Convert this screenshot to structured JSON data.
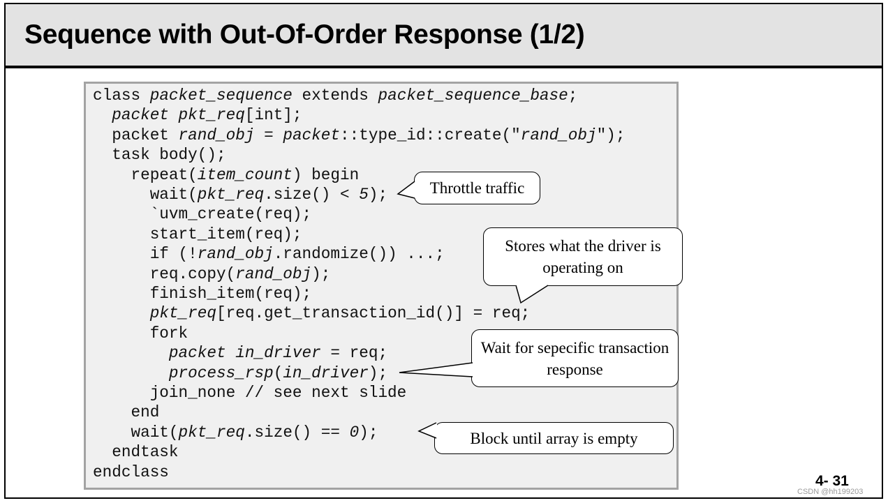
{
  "slide": {
    "title": "Sequence with Out-Of-Order Response (1/2)",
    "page_number": "4- 31",
    "watermark": "CSDN @hh199203"
  },
  "code": {
    "lines": [
      [
        {
          "t": "class "
        },
        {
          "t": "packet_sequence",
          "i": true
        },
        {
          "t": " extends "
        },
        {
          "t": "packet_sequence_base",
          "i": true
        },
        {
          "t": ";"
        }
      ],
      [
        {
          "t": "  "
        },
        {
          "t": "packet pkt_req",
          "i": true
        },
        {
          "t": "[int];"
        }
      ],
      [
        {
          "t": "  packet "
        },
        {
          "t": "rand_obj",
          "i": true
        },
        {
          "t": " = "
        },
        {
          "t": "packet",
          "i": true
        },
        {
          "t": "::type_id::create(\""
        },
        {
          "t": "rand_obj",
          "i": true
        },
        {
          "t": "\");"
        }
      ],
      [
        {
          "t": "  task body();"
        }
      ],
      [
        {
          "t": "    repeat("
        },
        {
          "t": "item_count",
          "i": true
        },
        {
          "t": ") begin"
        }
      ],
      [
        {
          "t": "      wait("
        },
        {
          "t": "pkt_req",
          "i": true
        },
        {
          "t": ".size() < "
        },
        {
          "t": "5",
          "i": true
        },
        {
          "t": ");"
        }
      ],
      [
        {
          "t": "      `uvm_create(req);"
        }
      ],
      [
        {
          "t": "      start_item(req);"
        }
      ],
      [
        {
          "t": "      if (!"
        },
        {
          "t": "rand_obj",
          "i": true
        },
        {
          "t": ".randomize()) ...;"
        }
      ],
      [
        {
          "t": "      req.copy("
        },
        {
          "t": "rand_obj",
          "i": true
        },
        {
          "t": ");"
        }
      ],
      [
        {
          "t": "      finish_item(req);"
        }
      ],
      [
        {
          "t": "      "
        },
        {
          "t": "pkt_req",
          "i": true
        },
        {
          "t": "[req.get_transaction_id()] = req;"
        }
      ],
      [
        {
          "t": "      fork"
        }
      ],
      [
        {
          "t": "        "
        },
        {
          "t": "packet in_driver",
          "i": true
        },
        {
          "t": " = req;"
        }
      ],
      [
        {
          "t": "        "
        },
        {
          "t": "process_rsp",
          "i": true
        },
        {
          "t": "("
        },
        {
          "t": "in_driver",
          "i": true
        },
        {
          "t": ");"
        }
      ],
      [
        {
          "t": "      join_none // see next slide"
        }
      ],
      [
        {
          "t": "    end"
        }
      ],
      [
        {
          "t": "    wait("
        },
        {
          "t": "pkt_req",
          "i": true
        },
        {
          "t": ".size() == "
        },
        {
          "t": "0",
          "i": true
        },
        {
          "t": ");"
        }
      ],
      [
        {
          "t": "  endtask"
        }
      ],
      [
        {
          "t": "endclass"
        }
      ]
    ]
  },
  "callouts": [
    {
      "text": "Throttle traffic"
    },
    {
      "text": "Stores what the driver is operating on"
    },
    {
      "text": "Wait for sepecific transaction response"
    },
    {
      "text": "Block until array is empty"
    }
  ]
}
